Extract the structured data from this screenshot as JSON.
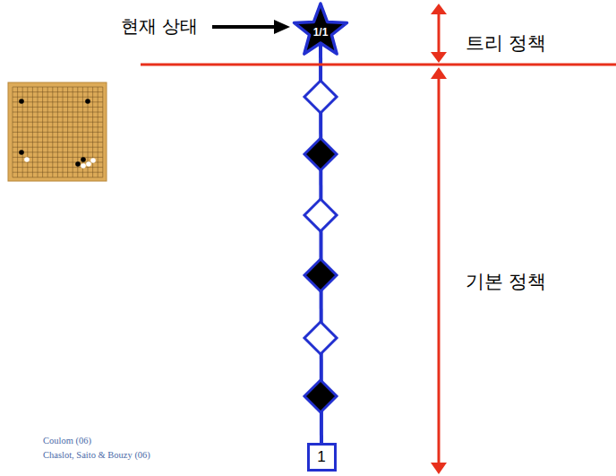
{
  "diagram": {
    "nodes": [
      {
        "text": [
          "1/1"
        ]
      },
      {
        "text": [
          "1"
        ]
      }
    ],
    "edges": [
      {
        "from": 0,
        "to": 1,
        "arrow": "none"
      }
    ],
    "labels": [
      "현재 상태",
      "트리 정책",
      "기본 정책",
      "Coulom (06)",
      "Chaslot, Saito & Bouzy (06)"
    ]
  }
}
